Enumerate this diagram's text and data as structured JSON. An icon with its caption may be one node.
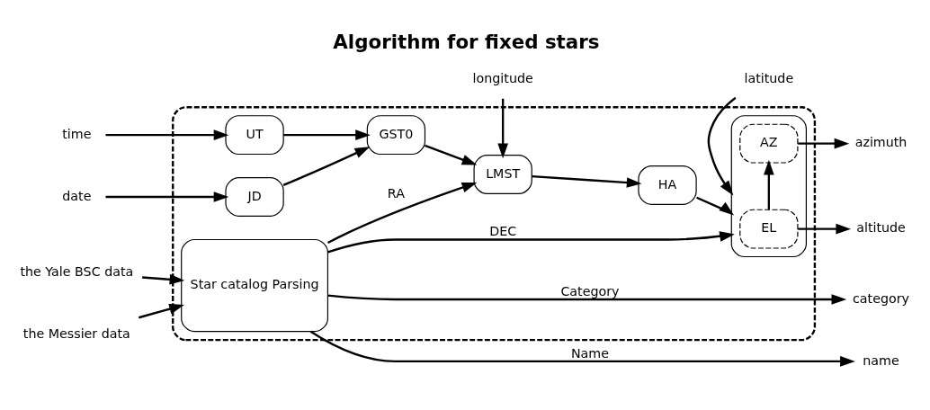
{
  "diagram": {
    "title": "Algorithm for fixed stars",
    "nodes": [
      {
        "text": [],
        "shape": "box"
      },
      {
        "text": [
          "Star catalog Parsing"
        ],
        "in": 0
      },
      {
        "text": [
          "UT"
        ],
        "in": 0
      },
      {
        "text": [
          "JD"
        ],
        "in": 0
      },
      {
        "text": [
          "GST0"
        ],
        "in": 0
      },
      {
        "text": [
          "LMST"
        ],
        "in": 0
      },
      {
        "text": [
          "HA"
        ],
        "in": 0
      },
      {
        "text": [],
        "shape": "box",
        "in": 0
      },
      {
        "text": [
          "EL"
        ],
        "in": 7
      },
      {
        "text": [
          "AZ"
        ],
        "in": 7
      },
      {
        "text": [
          "the Yale BSC data"
        ]
      },
      {
        "text": [
          "the Messier data"
        ]
      },
      {
        "text": [
          "time"
        ]
      },
      {
        "text": [
          "date"
        ]
      },
      {
        "text": [
          "longitude"
        ]
      },
      {
        "text": [
          "latitude"
        ]
      },
      {
        "text": [
          "category"
        ]
      },
      {
        "text": [
          "name"
        ]
      },
      {
        "text": [
          "altitude"
        ]
      },
      {
        "text": [
          "azimuth"
        ]
      }
    ],
    "edges": [
      {
        "from": 10,
        "to": 1,
        "arrow": "to"
      },
      {
        "from": 11,
        "to": 1,
        "arrow": "to"
      },
      {
        "from": 1,
        "to": 16,
        "arrow": "to",
        "label": "Category"
      },
      {
        "from": 1,
        "to": 17,
        "arrow": "to",
        "label": "Name"
      },
      {
        "from": 1,
        "to": 7,
        "arrow": "to",
        "label": "DEC"
      },
      {
        "from": 1,
        "to": 5,
        "arrow": "to",
        "label": "RA"
      },
      {
        "from": 12,
        "to": 2,
        "arrow": "to"
      },
      {
        "from": 13,
        "to": 3,
        "arrow": "to"
      },
      {
        "from": 2,
        "to": 4,
        "arrow": "to"
      },
      {
        "from": 3,
        "to": 4,
        "arrow": "to"
      },
      {
        "from": 4,
        "to": 5,
        "arrow": "to"
      },
      {
        "from": 5,
        "to": 6,
        "arrow": "to"
      },
      {
        "from": 6,
        "to": 7,
        "arrow": "to"
      },
      {
        "from": 8,
        "to": 9,
        "arrow": "to"
      },
      {
        "from": 8,
        "to": 18,
        "arrow": "to"
      },
      {
        "from": 9,
        "to": 19,
        "arrow": "to"
      },
      {
        "from": 14,
        "to": 5,
        "arrow": "to"
      },
      {
        "from": 15,
        "to": 7,
        "arrow": "to"
      }
    ]
  }
}
